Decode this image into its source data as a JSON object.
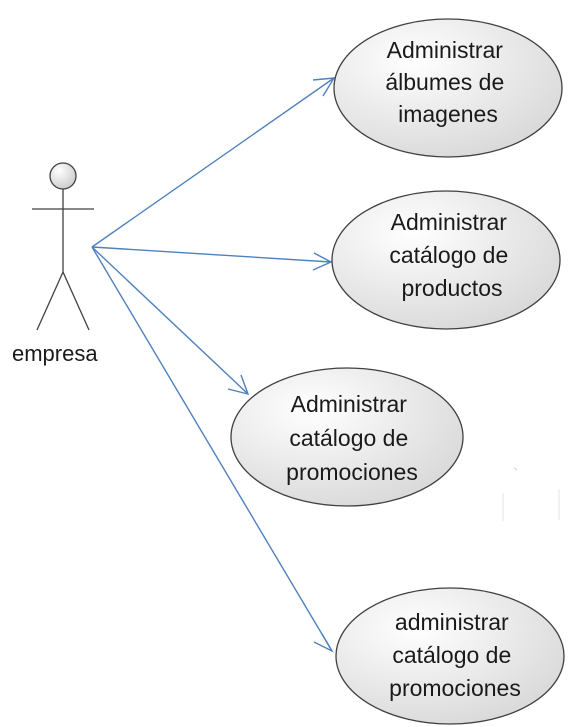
{
  "actor": {
    "name": "empresa"
  },
  "use_cases": [
    {
      "id": "uc1",
      "lines": [
        "Administrar",
        "álbumes de",
        "imagenes"
      ]
    },
    {
      "id": "uc2",
      "lines": [
        "Administrar",
        "catálogo de",
        "productos"
      ]
    },
    {
      "id": "uc3",
      "lines": [
        "Administrar",
        "catálogo de",
        "promociones"
      ]
    },
    {
      "id": "uc4",
      "lines": [
        "administrar",
        "catálogo de",
        "promociones"
      ]
    }
  ],
  "colors": {
    "association_line": "#4f81bd",
    "ellipse_fill_light": "#ffffff",
    "ellipse_fill_dark": "#d9d9d9",
    "ellipse_stroke": "#404040",
    "actor_stroke": "#404040"
  }
}
